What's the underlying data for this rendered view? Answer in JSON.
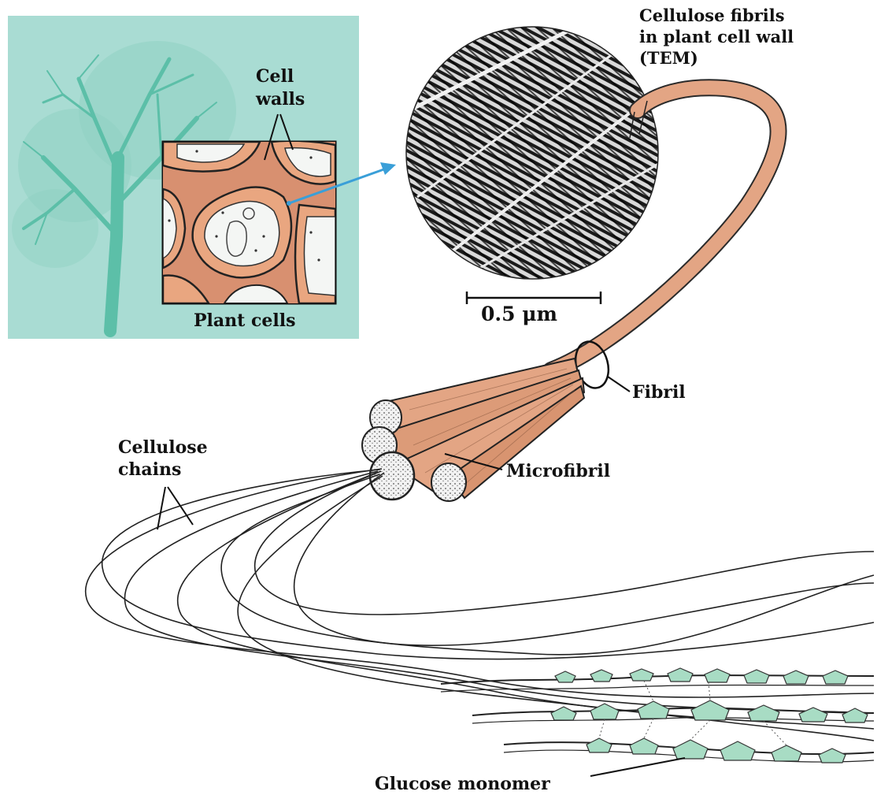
{
  "labels": {
    "cell_walls_line1": "Cell",
    "cell_walls_line2": "walls",
    "plant_cells": "Plant cells",
    "tem_line1": "Cellulose fibrils",
    "tem_line2": "in plant cell wall",
    "tem_line3": "(TEM)",
    "scale_bar": "0.5 μm",
    "fibril": "Fibril",
    "microfibril": "Microfibril",
    "cellulose_chains_line1": "Cellulose",
    "cellulose_chains_line2": "chains",
    "glucose_monomer": "Glucose monomer"
  },
  "colors": {
    "tree_panel_bg": "#a9dcd3",
    "tree": "#5cbfa8",
    "cell_wall": "#e6a07a",
    "cell_interior": "#f4f6f4",
    "fibril": "#e3a584",
    "glucose": "#a8dcc4",
    "text": "#111111"
  }
}
